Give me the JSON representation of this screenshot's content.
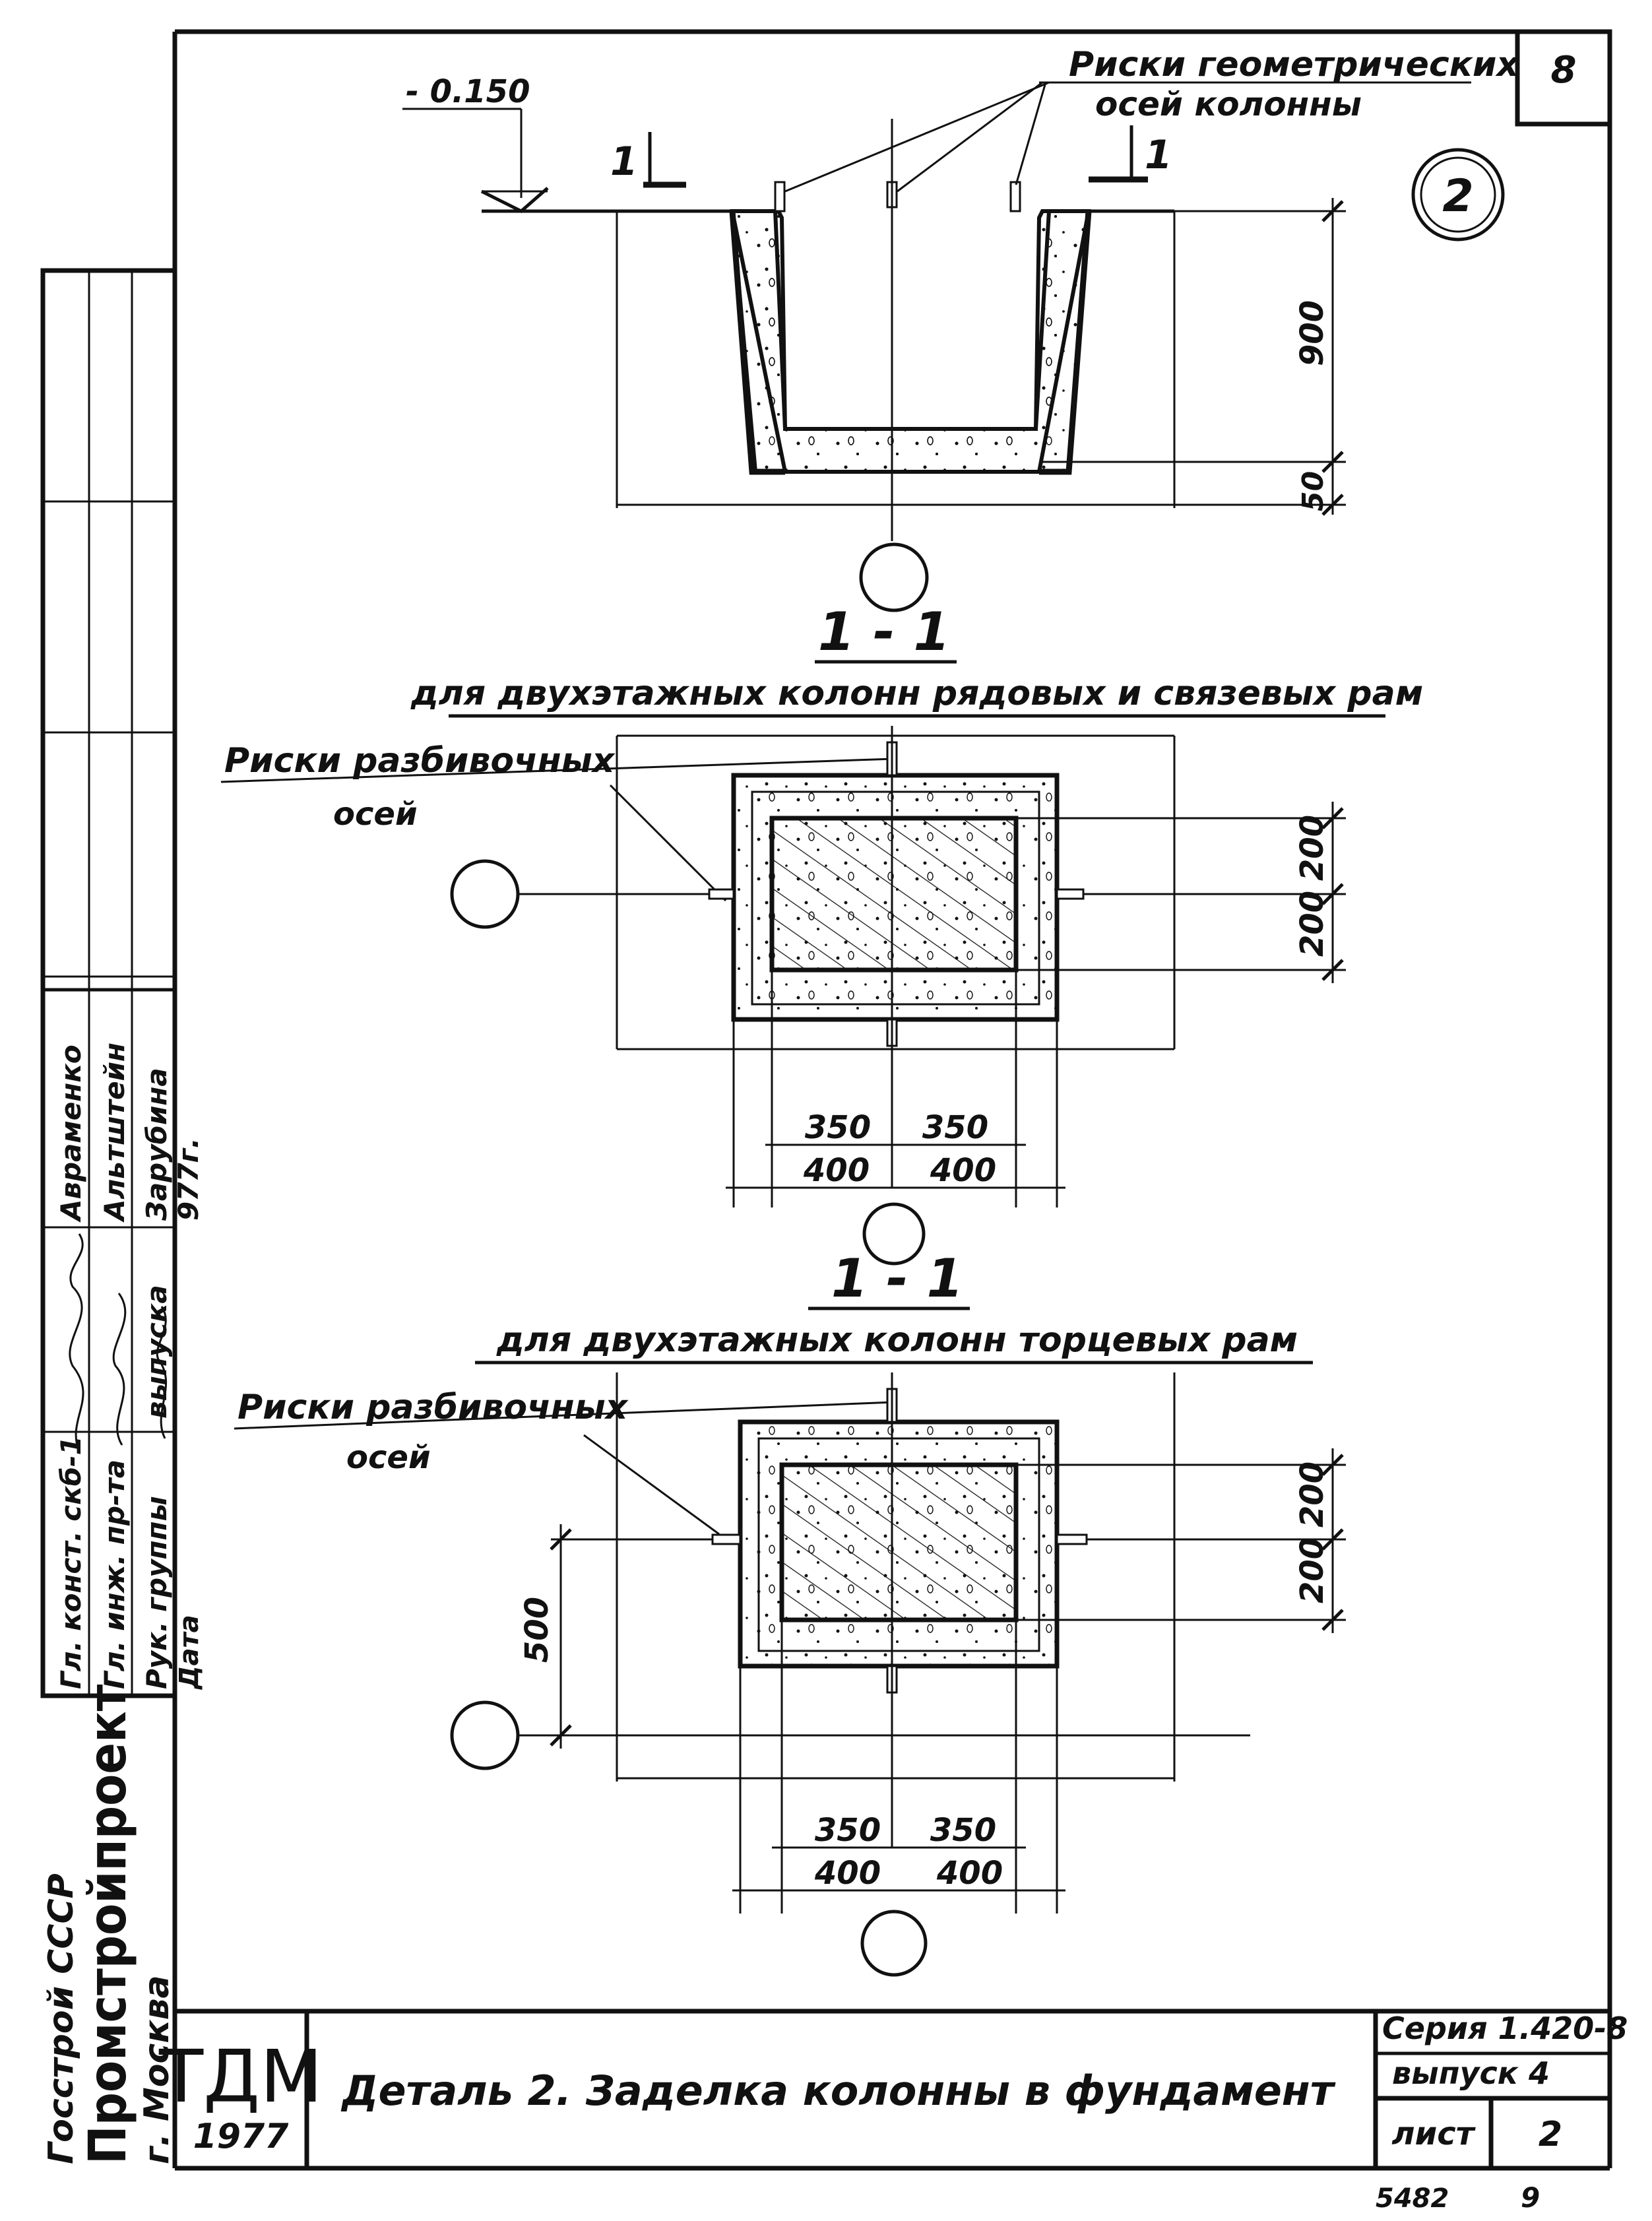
{
  "sheet_number": "8",
  "detail_mark": "2",
  "elevation_mark": "- 0.150",
  "section_mark_left": "1",
  "section_mark_right": "1",
  "top_view": {
    "label_line1": "Риски геометрических",
    "label_line2": "осей колонны",
    "dim_depth": "900",
    "dim_bottom": "50"
  },
  "section_a": {
    "section_title": "1 - 1",
    "subtitle": "для двухэтажных колонн рядовых и связевых рам",
    "label_line1": "Риски разбивочных",
    "label_line2": "осей",
    "dims_right": [
      "200",
      "200"
    ],
    "dims_inner": [
      "350",
      "350"
    ],
    "dims_outer": [
      "400",
      "400"
    ]
  },
  "section_b": {
    "section_title": "1 - 1",
    "subtitle": "для двухэтажных колонн торцевых рам",
    "label_line1": "Риски разбивочных",
    "label_line2": "осей",
    "dims_right": [
      "200",
      "200"
    ],
    "dim_left": "500",
    "dims_inner": [
      "350",
      "350"
    ],
    "dims_outer": [
      "400",
      "400"
    ]
  },
  "side_stamp": {
    "roles": [
      "Гл. конст. скб-1",
      "Гл. инж. пр-та",
      "Рук. группы",
      "Дата"
    ],
    "names": [
      "Авраменко",
      "Альтштейн",
      "Зарубина",
      "977г."
    ],
    "release_label": "выпуска",
    "org_line1": "Госстрой СССР",
    "org_line2": "Промстройпроект",
    "org_line3": "г. Москва"
  },
  "title_block": {
    "org_code": "ТДМ",
    "year": "1977",
    "title": "Деталь 2. Заделка колонны в фундамент",
    "series": "Серия 1.420-8",
    "issue": "выпуск 4",
    "sheet_label": "лист",
    "sheet_value": "2"
  },
  "footer": {
    "inventory": "5482",
    "page": "9"
  }
}
